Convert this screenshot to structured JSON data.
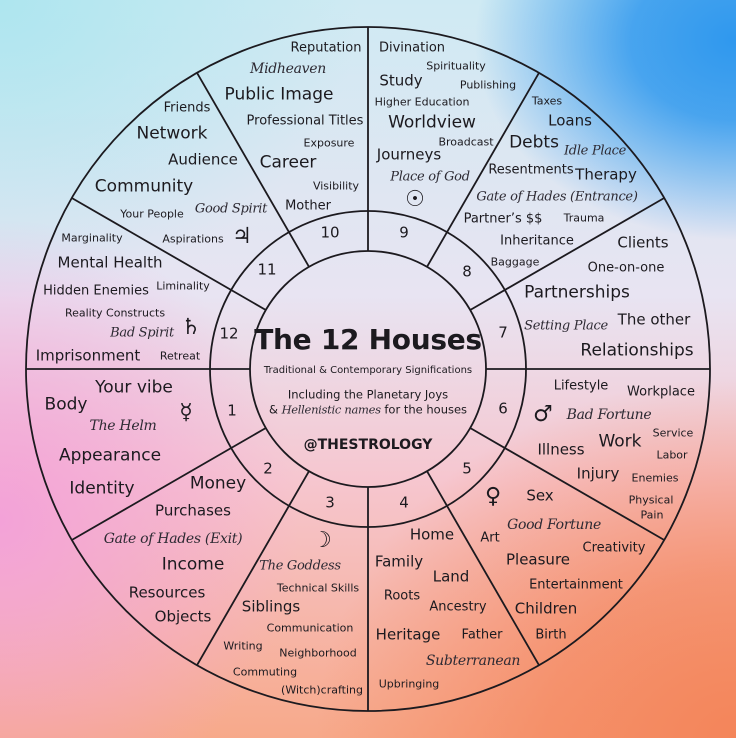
{
  "center": {
    "title": "The 12 Houses",
    "subtitle": "Traditional & Contemporary Significations",
    "line1": "Including the Planetary Joys",
    "line2_prefix": "& ",
    "line2_italic": "Hellenistic names",
    "line2_suffix": " for the houses",
    "handle": "@THESTROLOGY"
  },
  "colors": {
    "line": "#1c1a1f",
    "text": "#1c1a1f",
    "bg_top_right": "#2f98ee",
    "bg_bottom_right": "#f4855a",
    "bg_left": "#f3a2d8",
    "bg_top_left": "#aee6ef"
  },
  "houses": [
    {
      "number": "1",
      "planet_icon": "mercury-icon",
      "glyph": "☿",
      "hellenistic_name": "The Helm",
      "words": [
        "Your vibe",
        "Body",
        "Appearance",
        "Identity"
      ]
    },
    {
      "number": "2",
      "planet_icon": null,
      "glyph": "",
      "hellenistic_name": "Gate of Hades (Exit)",
      "words": [
        "Money",
        "Purchases",
        "Income",
        "Resources",
        "Objects"
      ]
    },
    {
      "number": "3",
      "planet_icon": "moon-icon",
      "glyph": "☽",
      "hellenistic_name": "The Goddess",
      "words": [
        "Technical Skills",
        "Siblings",
        "Communication",
        "Writing",
        "Neighborhood",
        "Commuting",
        "(Witch)crafting"
      ]
    },
    {
      "number": "4",
      "planet_icon": null,
      "glyph": "",
      "hellenistic_name": "Subterranean",
      "words": [
        "Home",
        "Family",
        "Land",
        "Roots",
        "Ancestry",
        "Heritage",
        "Father",
        "Upbringing"
      ]
    },
    {
      "number": "5",
      "planet_icon": "venus-icon",
      "glyph": "♀",
      "hellenistic_name": "Good Fortune",
      "words": [
        "Sex",
        "Art",
        "Pleasure",
        "Creativity",
        "Entertainment",
        "Children",
        "Birth"
      ]
    },
    {
      "number": "6",
      "planet_icon": "mars-icon",
      "glyph": "♂",
      "hellenistic_name": "Bad Fortune",
      "words": [
        "Lifestyle",
        "Workplace",
        "Service",
        "Illness",
        "Work",
        "Labor",
        "Injury",
        "Enemies",
        "Physical Pain"
      ]
    },
    {
      "number": "7",
      "planet_icon": null,
      "glyph": "",
      "hellenistic_name": "Setting Place",
      "words": [
        "Clients",
        "One-on-one",
        "Partnerships",
        "The other",
        "Relationships"
      ]
    },
    {
      "number": "8",
      "planet_icon": null,
      "glyph": "",
      "hellenistic_name": "Idle Place",
      "secondary_name": "Gate of Hades (Entrance)",
      "words": [
        "Taxes",
        "Loans",
        "Debts",
        "Resentments",
        "Therapy",
        "Partner’s $$",
        "Trauma",
        "Inheritance",
        "Baggage"
      ]
    },
    {
      "number": "9",
      "planet_icon": "sun-icon",
      "glyph": "☉",
      "hellenistic_name": "Place of God",
      "words": [
        "Divination",
        "Spirituality",
        "Study",
        "Publishing",
        "Higher Education",
        "Worldview",
        "Broadcast",
        "Journeys"
      ]
    },
    {
      "number": "10",
      "planet_icon": null,
      "glyph": "",
      "hellenistic_name": "Midheaven",
      "words": [
        "Reputation",
        "Public Image",
        "Professional Titles",
        "Exposure",
        "Career",
        "Visibility",
        "Mother"
      ]
    },
    {
      "number": "11",
      "planet_icon": "jupiter-icon",
      "glyph": "♃",
      "hellenistic_name": "Good Spirit",
      "words": [
        "Friends",
        "Network",
        "Audience",
        "Community",
        "Your People",
        "Aspirations"
      ]
    },
    {
      "number": "12",
      "planet_icon": "saturn-icon",
      "glyph": "♄",
      "hellenistic_name": "Bad Spirit",
      "words": [
        "Marginality",
        "Mental Health",
        "Hidden Enemies",
        "Liminality",
        "Reality Constructs",
        "Imprisonment",
        "Retreat"
      ]
    }
  ]
}
